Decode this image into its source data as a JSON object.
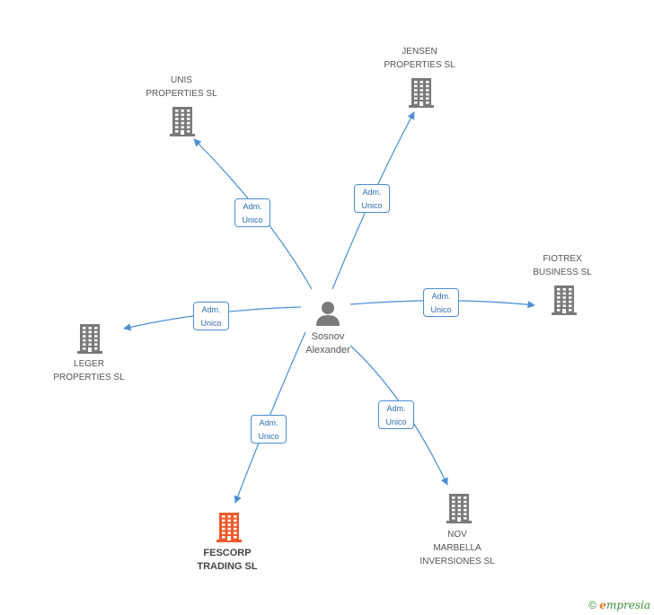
{
  "center": {
    "name_line1": "Sosnov",
    "name_line2": "Alexander"
  },
  "companies": [
    {
      "id": "unis",
      "line1": "UNIS",
      "line2": "PROPERTIES SL",
      "line3": ""
    },
    {
      "id": "jensen",
      "line1": "JENSEN",
      "line2": "PROPERTIES SL",
      "line3": ""
    },
    {
      "id": "fiotrex",
      "line1": "FIOTREX",
      "line2": "BUSINESS SL",
      "line3": ""
    },
    {
      "id": "leger",
      "line1": "LEGER",
      "line2": "PROPERTIES SL",
      "line3": ""
    },
    {
      "id": "fescorp",
      "line1": "FESCORP",
      "line2": "TRADING SL",
      "line3": ""
    },
    {
      "id": "nov",
      "line1": "NOV",
      "line2": "MARBELLA",
      "line3": "INVERSIONES SL"
    }
  ],
  "edge_label": {
    "line1": "Adm.",
    "line2": "Unico"
  },
  "footer": {
    "copyright": "©",
    "brand_e": "e",
    "brand_rest": "mpresia"
  },
  "colors": {
    "edge": "#4a8fd6",
    "building": "#7a7a7a",
    "focus_building": "#f05a2a",
    "person": "#7a7a7a"
  }
}
